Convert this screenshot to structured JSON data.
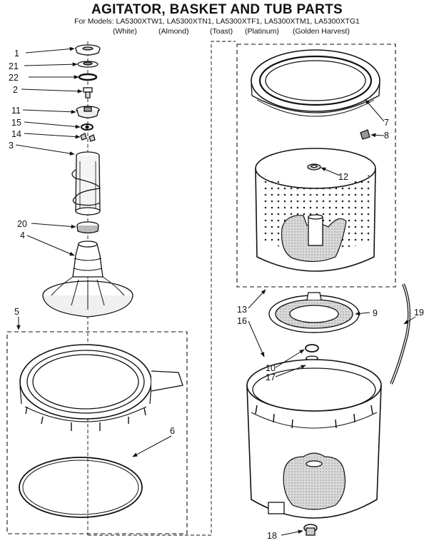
{
  "title": "AGITATOR, BASKET AND TUB PARTS",
  "models_line": "For Models: LA5300XTW1, LA5300XTN1, LA5300XTF1, LA5300XTM1, LA5300XTG1",
  "colors": [
    "(White)",
    "(Almond)",
    "(Toast)",
    "(Platinum)",
    "(Golden Harvest)"
  ],
  "callouts": {
    "c1": "1",
    "c21": "21",
    "c22": "22",
    "c2": "2",
    "c11": "11",
    "c15": "15",
    "c14": "14",
    "c3": "3",
    "c20": "20",
    "c4": "4",
    "c5": "5",
    "c6": "6",
    "c7": "7",
    "c8": "8",
    "c12": "12",
    "c13": "13",
    "c16": "16",
    "c9": "9",
    "c19": "19",
    "c10": "10",
    "c17": "17",
    "c18": "18"
  }
}
